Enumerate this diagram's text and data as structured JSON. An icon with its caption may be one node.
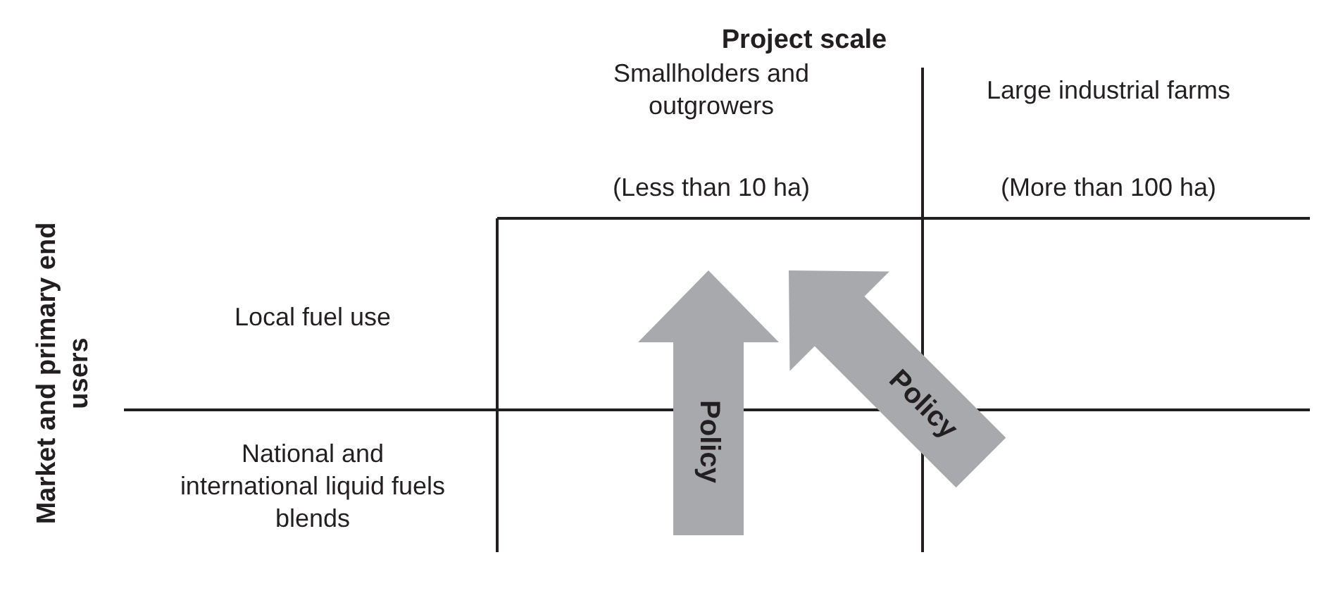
{
  "diagram": {
    "title": "Project scale",
    "labels": [
      "Smallholders and outgrowers",
      "(Less than 10 ha)",
      "Large industrial farms",
      "(More than 100 ha)",
      "Market and primary end users",
      "Local fuel use",
      "National and international liquid fuels blends",
      "Policy",
      "Policy"
    ]
  }
}
